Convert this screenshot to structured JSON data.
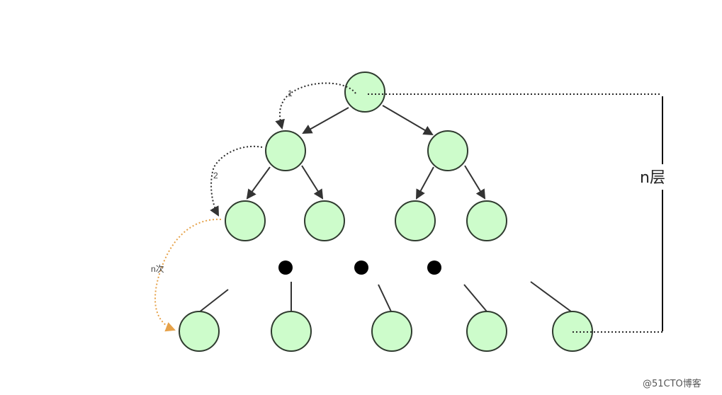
{
  "diagram": {
    "step_labels": {
      "first": "1",
      "second": "2",
      "nth": "n次"
    },
    "height_label": "n层",
    "watermark": "@51CTO博客",
    "colors": {
      "node_fill": "#cdfccb",
      "node_stroke": "#2f3b2f",
      "arrow": "#333333",
      "orange_path": "#e6a24a"
    }
  }
}
